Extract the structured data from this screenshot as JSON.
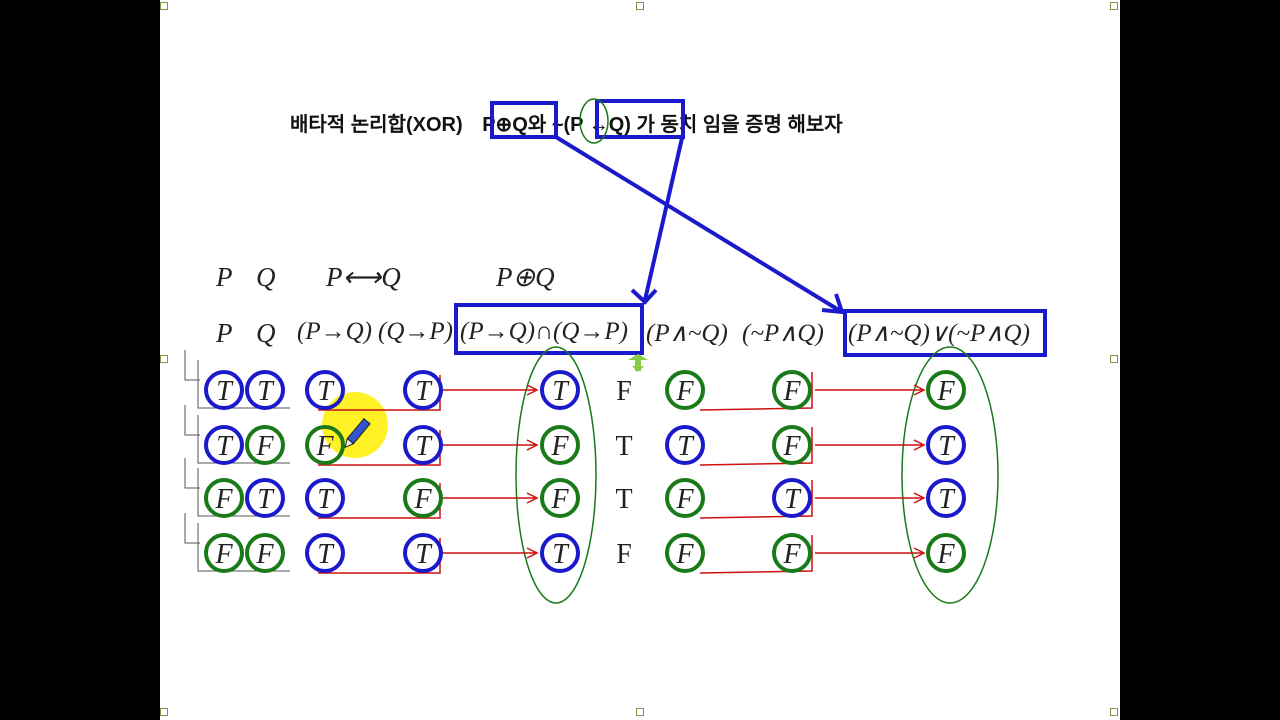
{
  "title": {
    "prefix": "배타적 논리합(XOR)",
    "xor": "P⊕Q",
    "particle": "와",
    "negation": "~",
    "bicond": "(P ↔Q)",
    "suffix": "가 동치 임을 증명 해보자"
  },
  "header_row1": {
    "p": "P",
    "q": "Q",
    "bicond": "P⟷Q",
    "xor": "P⊕Q"
  },
  "header_row2": {
    "p": "P",
    "q": "Q",
    "p_imp_q": "(P→Q)",
    "q_imp_p": "(Q→P)",
    "conj": "(P→Q)∩(Q→P)",
    "p_and_notq": "(P∧~Q)",
    "notp_and_q": "(~P∧Q)",
    "disj": "(P∧~Q)∨(~P∧Q)"
  },
  "rows": [
    {
      "p": "T",
      "q": "T",
      "p_imp_q": "T",
      "q_imp_p": "T",
      "conj": "T",
      "neg": "F",
      "p_and_notq": "F",
      "notp_and_q": "F",
      "disj": "F"
    },
    {
      "p": "T",
      "q": "F",
      "p_imp_q": "F",
      "q_imp_p": "T",
      "conj": "F",
      "neg": "T",
      "p_and_notq": "T",
      "notp_and_q": "F",
      "disj": "T"
    },
    {
      "p": "F",
      "q": "T",
      "p_imp_q": "T",
      "q_imp_p": "F",
      "conj": "F",
      "neg": "T",
      "p_and_notq": "F",
      "notp_and_q": "T",
      "disj": "T"
    },
    {
      "p": "F",
      "q": "F",
      "p_imp_q": "T",
      "q_imp_p": "T",
      "conj": "T",
      "neg": "F",
      "p_and_notq": "F",
      "notp_and_q": "F",
      "disj": "F"
    }
  ],
  "colors": {
    "true_circle": "#1a1acc",
    "false_circle": "#1a7a1a",
    "arrow": "#cc1111",
    "box": "#1a1acc",
    "highlight": "#ffee00"
  },
  "icons": {
    "cursor": "pencil-icon",
    "move": "move-handle-icon"
  }
}
